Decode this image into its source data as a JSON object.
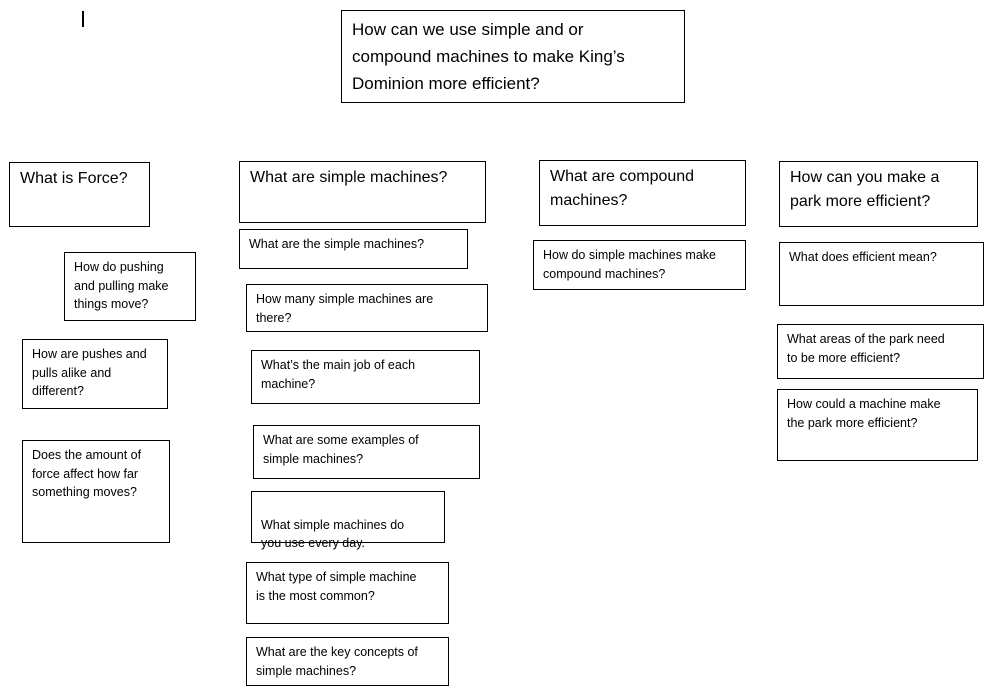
{
  "diagram": {
    "main_question": "How can we use simple and or\ncompound machines to make King’s\nDominion more efficient?",
    "columns": [
      {
        "heading": "What is Force?",
        "questions": [
          "How do pushing\nand pulling make\nthings move?",
          "How are pushes and\npulls alike and\ndifferent?",
          "Does the amount of\nforce affect how far\nsomething moves?"
        ]
      },
      {
        "heading": "What are simple machines?",
        "questions": [
          "What are the simple machines?",
          "How many simple machines are\nthere?",
          "What’s the main job of each\nmachine?",
          "What are some examples of\nsimple machines?",
          "What simple machines do\nyou use every day.",
          "What type of simple machine\nis the most common?",
          "What are the key concepts of\nsimple machines?"
        ]
      },
      {
        "heading": "What are compound\nmachines?",
        "questions": [
          "How do simple machines make\ncompound machines?"
        ]
      },
      {
        "heading": "How can you make a\npark more efficient?",
        "questions": [
          "What does efficient mean?",
          "What areas of the park need\nto be more efficient?",
          "How could a machine make\nthe park more efficient?"
        ]
      }
    ]
  }
}
